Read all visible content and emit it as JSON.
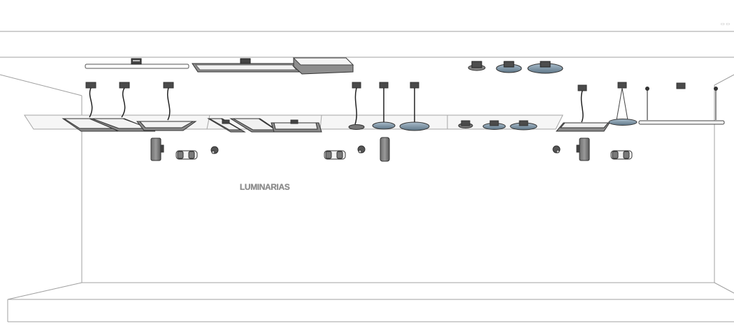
{
  "scene": {
    "label": "LUMINARIAS",
    "corner_mark": "▭ ▭"
  },
  "colors": {
    "line": "#9c9c9c",
    "dark": "#555555",
    "mid": "#8a8a8a",
    "lens": "#7f98a8",
    "fill_light": "#f3f3f3"
  },
  "groups": [
    {
      "name": "linear-pendant-group",
      "items": 3
    },
    {
      "name": "square-panel-group",
      "items": 3
    },
    {
      "name": "round-pendant-group",
      "items": 3
    },
    {
      "name": "round-downlight-group",
      "items": 3
    },
    {
      "name": "wall-spot-group",
      "items": 9
    },
    {
      "name": "suspended-linear-group",
      "items": 3
    }
  ]
}
